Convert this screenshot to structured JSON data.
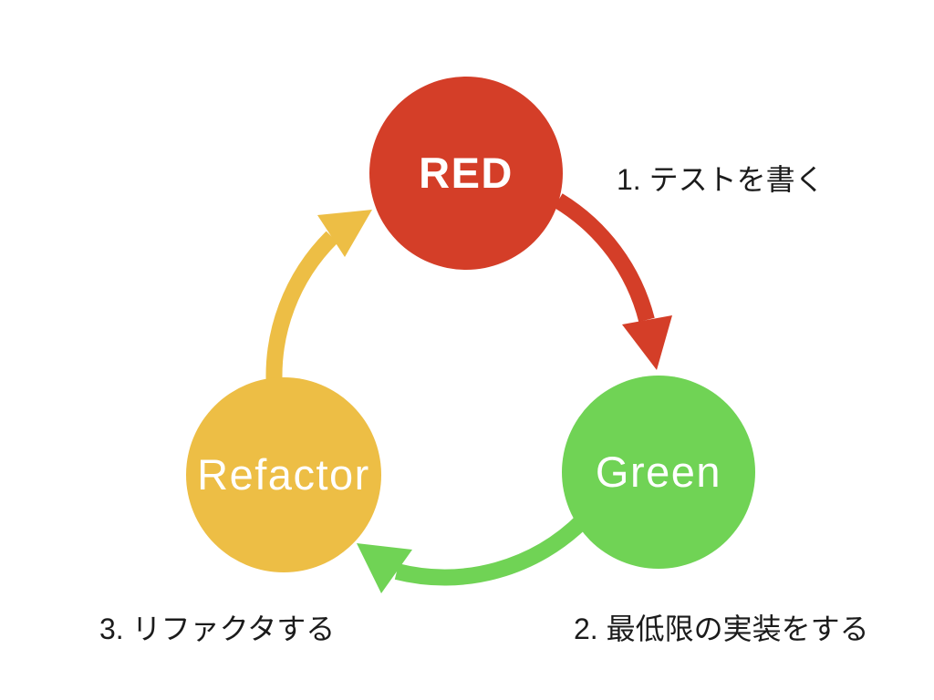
{
  "background": "#ffffff",
  "annotations_color": "#1b1b1b",
  "nodes": [
    {
      "id": "red",
      "label": "RED",
      "color": "#d43e28",
      "label_color": "#ffffff"
    },
    {
      "id": "green",
      "label": "Green",
      "color": "#70d355",
      "label_color": "#ffffff"
    },
    {
      "id": "refactor",
      "label": "Refactor",
      "color": "#edbe45",
      "label_color": "#ffffff"
    }
  ],
  "arrows": [
    {
      "from": "RED",
      "to": "Green",
      "color": "#d43e28"
    },
    {
      "from": "Green",
      "to": "Refactor",
      "color": "#70d355"
    },
    {
      "from": "Refactor",
      "to": "RED",
      "color": "#edbe45"
    }
  ],
  "annotations": [
    {
      "step": "1",
      "label": "1. テストを書く"
    },
    {
      "step": "2",
      "label": "2. 最低限の実装をする"
    },
    {
      "step": "3",
      "label": "3. リファクタする"
    }
  ]
}
